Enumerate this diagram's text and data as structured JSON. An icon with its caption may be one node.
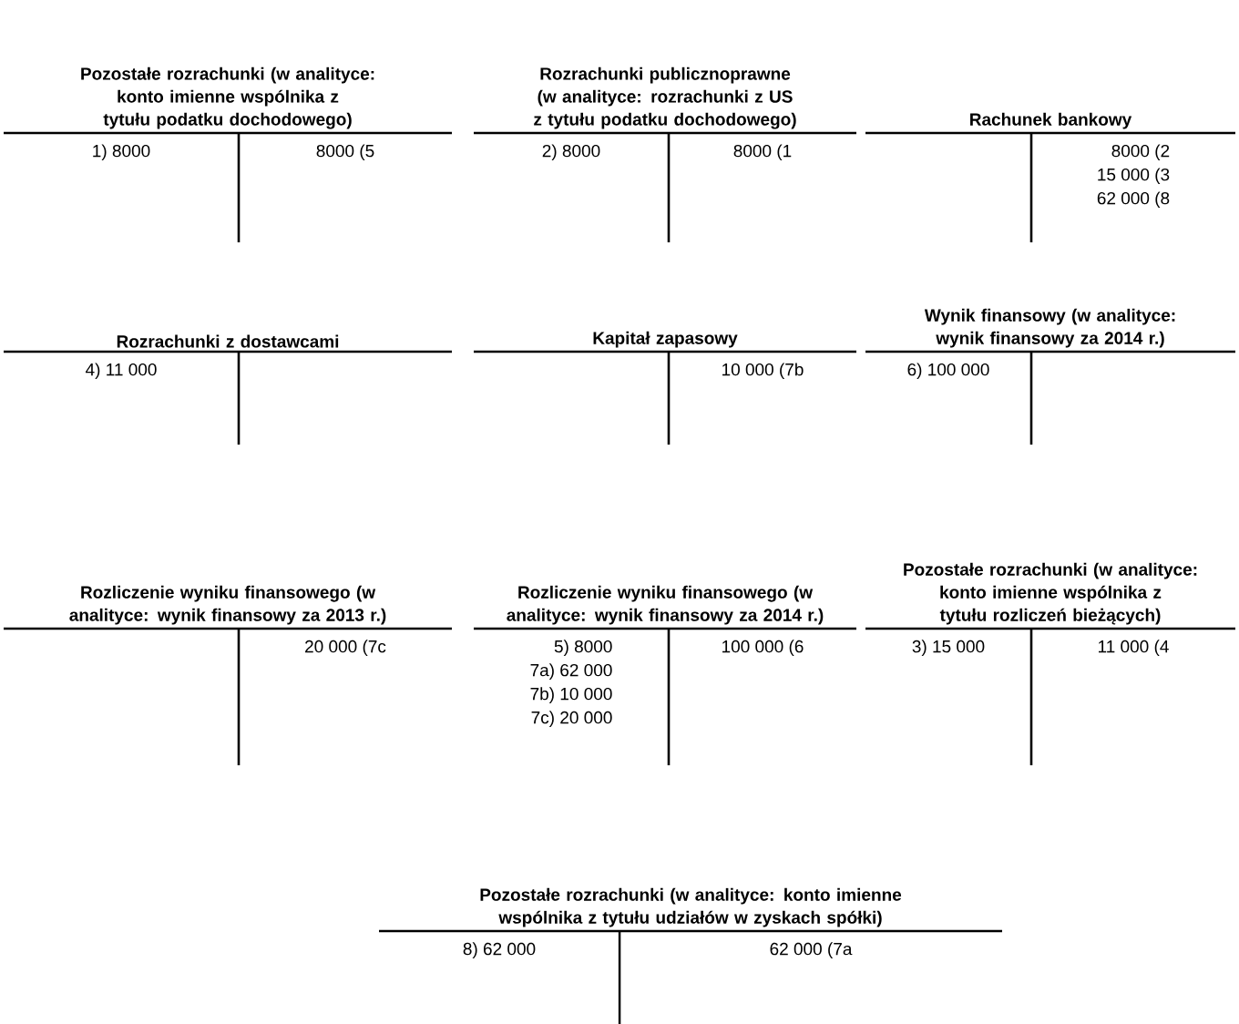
{
  "diagram": {
    "nodes": [
      {
        "text": [
          "Pozostałe rozrachunki (w analityce: konto imienne wspólnika z tytułu podatku dochodowego)"
        ]
      },
      {
        "text": [
          "1) 8000"
        ],
        "in": 0
      },
      {
        "text": [
          "8000 (5"
        ],
        "in": 0
      },
      {
        "text": [
          "Rozrachunki publicznoprawne (w analityce: rozrachunki z US z tytułu podatku dochodowego)"
        ]
      },
      {
        "text": [
          "2) 8000"
        ],
        "in": 3
      },
      {
        "text": [
          "8000 (1"
        ],
        "in": 3
      },
      {
        "text": [
          "Rachunek bankowy"
        ]
      },
      {
        "text": [
          "8000 (2",
          "15 000 (3",
          "62 000 (8"
        ],
        "in": 6
      },
      {
        "text": [
          "Rozrachunki z dostawcami"
        ]
      },
      {
        "text": [
          "4) 11 000"
        ],
        "in": 8
      },
      {
        "text": [
          "Kapitał zapasowy"
        ]
      },
      {
        "text": [
          "10 000 (7b"
        ],
        "in": 10
      },
      {
        "text": [
          "Wynik finansowy (w analityce: wynik finansowy za 2014 r.)"
        ]
      },
      {
        "text": [
          "6) 100 000"
        ],
        "in": 12
      },
      {
        "text": [
          "Rozliczenie wyniku finansowego (w analityce: wynik finansowy za 2013 r.)"
        ]
      },
      {
        "text": [
          "20 000 (7c"
        ],
        "in": 14
      },
      {
        "text": [
          "Rozliczenie wyniku finansowego (w analityce: wynik finansowy za 2014 r.)"
        ]
      },
      {
        "text": [
          "5) 8000",
          "7a) 62 000",
          "7b) 10 000",
          "7c) 20 000"
        ],
        "in": 16
      },
      {
        "text": [
          "100 000 (6"
        ],
        "in": 16
      },
      {
        "text": [
          "Pozostałe rozrachunki (w analityce: konto imienne wspólnika z tytułu rozliczeń bieżących)"
        ]
      },
      {
        "text": [
          "3) 15 000"
        ],
        "in": 19
      },
      {
        "text": [
          "11 000 (4"
        ],
        "in": 19
      },
      {
        "text": [
          "Pozostałe rozrachunki (w analityce: konto imienne wspólnika z tytułu udziałów w zyskach spółki)"
        ]
      },
      {
        "text": [
          "8) 62 000"
        ],
        "in": 22
      },
      {
        "text": [
          "62 000 (7a"
        ],
        "in": 22
      }
    ]
  }
}
